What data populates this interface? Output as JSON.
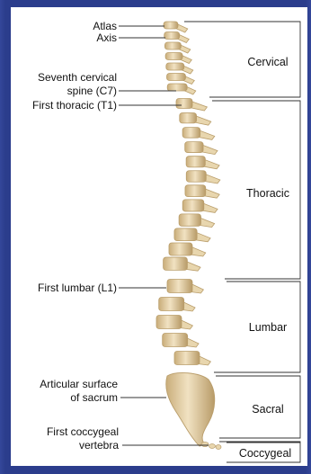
{
  "labels": {
    "atlas": "Atlas",
    "axis": "Axis",
    "c7_line1": "Seventh cervical",
    "c7_line2": "spine (C7)",
    "t1": "First thoracic (T1)",
    "l1": "First lumbar (L1)",
    "sacrum_line1": "Articular surface",
    "sacrum_line2": "of sacrum",
    "coccyx_line1": "First coccygeal",
    "coccyx_line2": "vertebra"
  },
  "regions": {
    "cervical": "Cervical",
    "thoracic": "Thoracic",
    "lumbar": "Lumbar",
    "sacral": "Sacral",
    "coccygeal": "Coccygeal"
  },
  "colors": {
    "frame": "#2d3f8e",
    "bone": "#e8d6ae",
    "bone_shadow": "#b99d6a",
    "line": "#333333"
  }
}
